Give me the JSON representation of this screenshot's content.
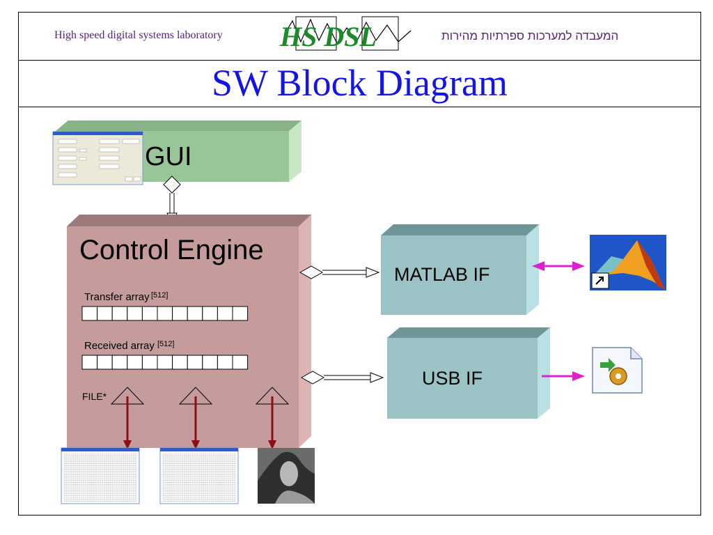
{
  "header": {
    "left_text": "High speed digital systems laboratory",
    "logo_text": "HS DSL",
    "right_text": "המעבדה למערכות ספרתיות מהירות"
  },
  "slide": {
    "title": "SW Block Diagram"
  },
  "blocks": {
    "gui": "GUI",
    "control_engine": "Control Engine",
    "matlab_if": "MATLAB IF",
    "usb_if": "USB IF"
  },
  "arrays": {
    "transfer_label": "Transfer array",
    "transfer_size": "[512]",
    "received_label": "Received array",
    "received_size": "[512]",
    "cells": 11
  },
  "file_label": "FILE*",
  "colors": {
    "gui_front": "#99c698",
    "control_front": "#c59b9c",
    "if_front": "#9bc3c5",
    "title": "#1414e6",
    "header_text": "#5a1f7a",
    "magenta_arrow": "#e020d0",
    "file_arrow": "#8b0f12"
  },
  "icons": [
    "gui-screenshot-icon",
    "matlab-icon",
    "usb-driver-icon",
    "text-file-icon",
    "image-file-icon"
  ]
}
